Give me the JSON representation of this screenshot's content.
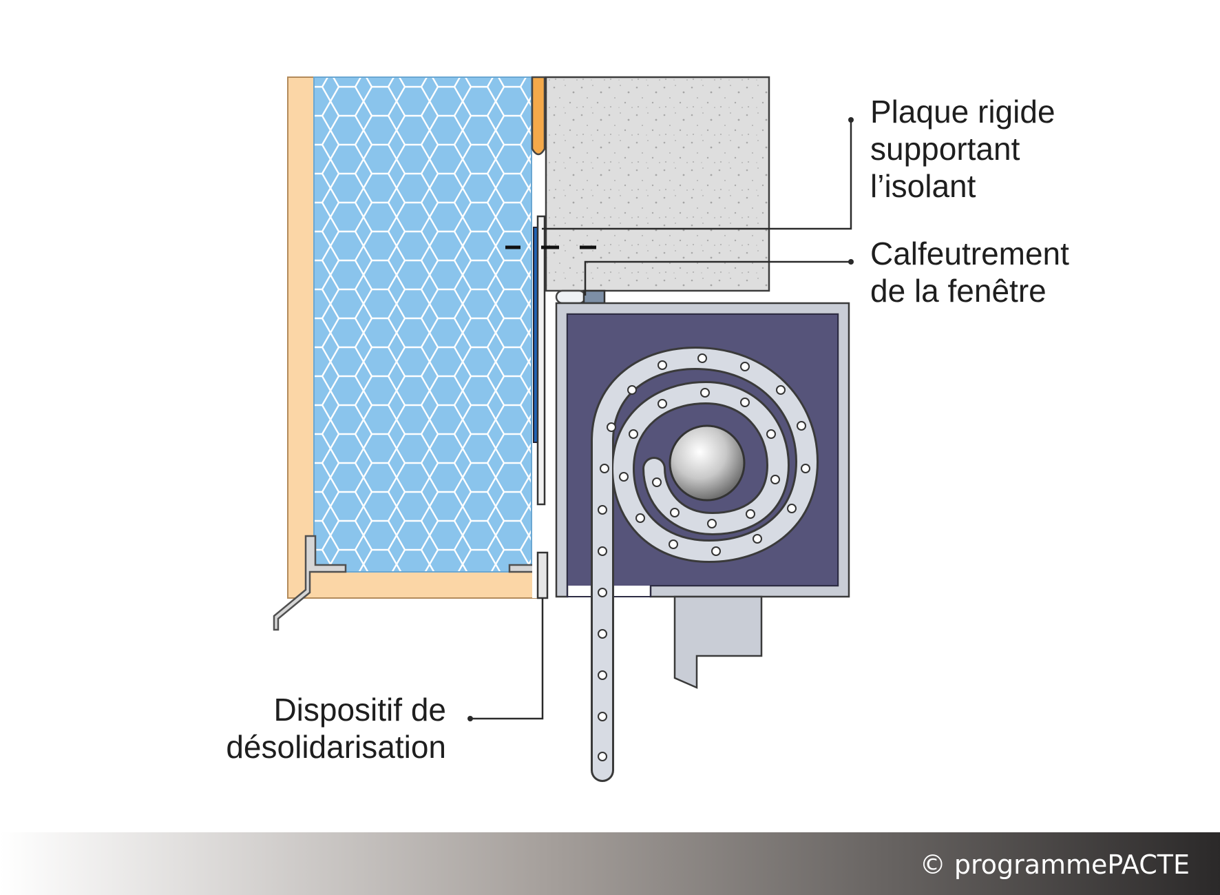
{
  "labels": {
    "plaque": [
      "Plaque rigide",
      "supportant",
      "l’isolant"
    ],
    "calfeutrement": [
      "Calfeutrement",
      "de la fenêtre"
    ],
    "dispositif": [
      "Dispositif de",
      "désolidarisation"
    ]
  },
  "credit": "© programmePACTE",
  "colors": {
    "insulation": "#8ac4ec",
    "insulation_pattern": "#ffffff",
    "wood_frame": "#fbd6a6",
    "concrete": "#dedede",
    "roller_box_interior": "#56547a",
    "roller_box_frame": "#c9cdd6",
    "shutter_slat": "#d7dbe3",
    "support_plate": "#1f63b5",
    "footer_dark": "#2b2929"
  }
}
